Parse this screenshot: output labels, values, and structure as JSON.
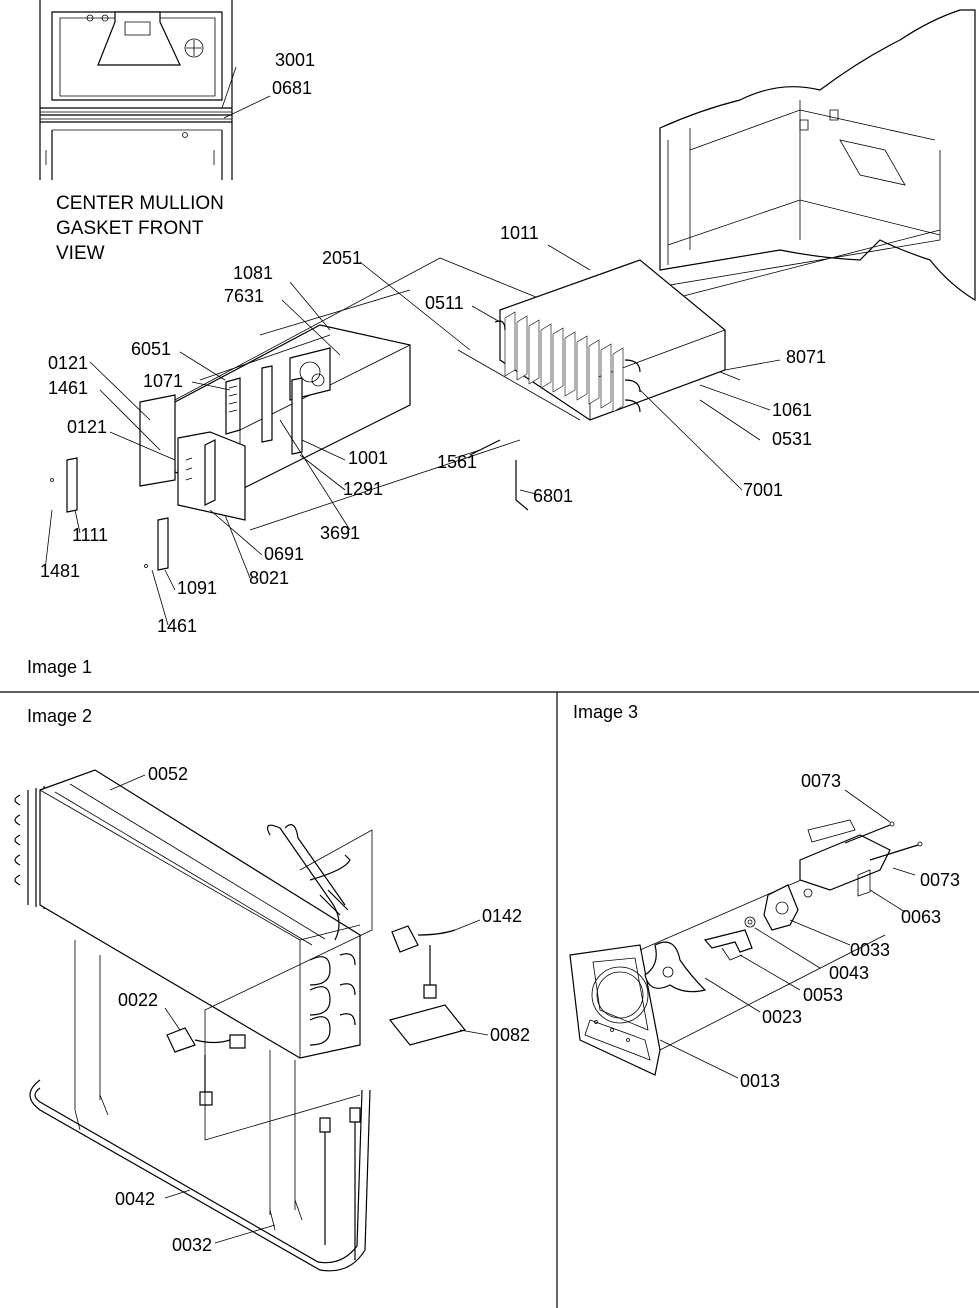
{
  "inset": {
    "labels": [
      "3001",
      "0681"
    ],
    "caption_lines": [
      "CENTER MULLION",
      "GASKET FRONT",
      "VIEW"
    ]
  },
  "image1": {
    "caption": "Image 1",
    "labels": [
      "1011",
      "2051",
      "1081",
      "7631",
      "0511",
      "6051",
      "0121",
      "1461",
      "1071",
      "0121",
      "8071",
      "1061",
      "0531",
      "1001",
      "1291",
      "1561",
      "7001",
      "6801",
      "3691",
      "1111",
      "0691",
      "1481",
      "8021",
      "1091",
      "1461"
    ]
  },
  "image2": {
    "caption": "Image 2",
    "labels": [
      "0052",
      "0142",
      "0022",
      "0082",
      "0042",
      "0032"
    ]
  },
  "image3": {
    "caption": "Image 3",
    "labels": [
      "0073",
      "0073",
      "0063",
      "0033",
      "0043",
      "0053",
      "0023",
      "0013"
    ]
  }
}
